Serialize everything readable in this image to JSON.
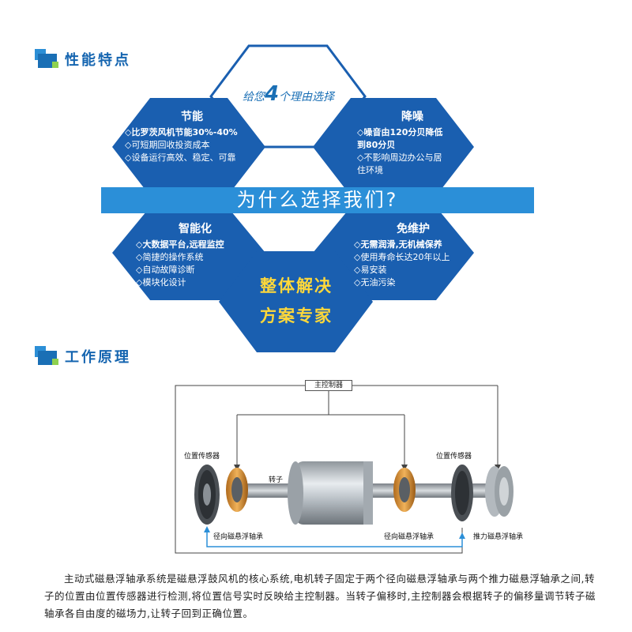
{
  "sections": {
    "features_title": "性能特点",
    "principle_title": "工作原理"
  },
  "center": {
    "prefix": "给您",
    "number": "4",
    "suffix": "个理由选择",
    "banner": "为什么选择我们?",
    "bottom_line1": "整体解决",
    "bottom_line2": "方案专家"
  },
  "hexes": {
    "energy": {
      "title": "节能",
      "items": [
        "◇比罗茨风机节能30%-40%",
        "◇可短期回收投资成本",
        "◇设备运行高效、稳定、可靠"
      ]
    },
    "noise": {
      "title": "降噪",
      "items": [
        "◇噪音由120分贝降低",
        "到80分贝",
        "◇不影响周边办公与居",
        "住环境"
      ]
    },
    "smart": {
      "title": "智能化",
      "items": [
        "◇大数据平台,远程监控",
        "◇简捷的操作系统",
        "◇自动故障诊断",
        "◇模块化设计"
      ]
    },
    "maintenance": {
      "title": "免维护",
      "items": [
        "◇无需润滑,无机械保养",
        "◇使用寿命长达20年以上",
        "◇易安装",
        "◇无油污染"
      ]
    }
  },
  "diagram": {
    "controller": "主控制器",
    "sensor_left": "位置传感器",
    "sensor_right": "位置传感器",
    "rotor": "转子",
    "radial_left": "径向磁悬浮轴承",
    "radial_right": "径向磁悬浮轴承",
    "thrust": "推力磁悬浮轴承"
  },
  "description": "主动式磁悬浮轴承系统是磁悬浮鼓风机的核心系统,电机转子固定于两个径向磁悬浮轴承与两个推力磁悬浮轴承之间,转子的位置由位置传感器进行检测,将位置信号实时反映给主控制器。当转子偏移时,主控制器会根据转子的偏移量调节转子磁轴承各自由度的磁场力,让转子回到正确位置。",
  "colors": {
    "hex_blue": "#1a5fb0",
    "hex_outline": "#1a5fb0",
    "banner": "#2b8fd8",
    "yellow": "#ffd83a"
  }
}
